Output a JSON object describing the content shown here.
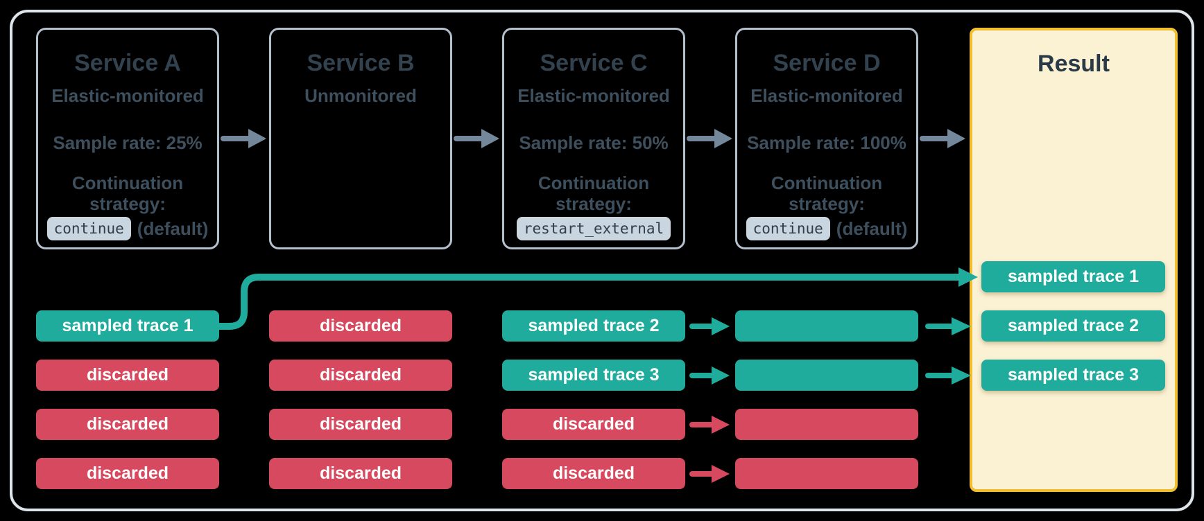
{
  "colors": {
    "background": "#000000",
    "teal_sampled": "#1fac9c",
    "red_discarded": "#d6495f",
    "gray_arrow": "#75879a",
    "service_border": "#b3c0cd",
    "outer_border": "#dde5ec",
    "result_background": "#fbf2d4",
    "result_border": "#f2be32",
    "title_text": "#32424e",
    "body_text": "#3e4f5e",
    "badge_background": "#c9d5df"
  },
  "services": [
    {
      "title": "Service A",
      "monitoring": "Elastic-monitored",
      "sample_rate": "Sample rate: 25%",
      "continuation_label": "Continuation strategy:",
      "strategy_code": "continue",
      "strategy_suffix": "(default)"
    },
    {
      "title": "Service B",
      "monitoring": "Unmonitored"
    },
    {
      "title": "Service C",
      "monitoring": "Elastic-monitored",
      "sample_rate": "Sample rate: 50%",
      "continuation_label": "Continuation strategy:",
      "strategy_code": "restart_external",
      "strategy_suffix": ""
    },
    {
      "title": "Service D",
      "monitoring": "Elastic-monitored",
      "sample_rate": "Sample rate: 100%",
      "continuation_label": "Continuation strategy:",
      "strategy_code": "continue",
      "strategy_suffix": "(default)"
    }
  ],
  "traces": {
    "service_a": [
      {
        "label": "sampled trace 1",
        "type": "sampled"
      },
      {
        "label": "discarded",
        "type": "discarded"
      },
      {
        "label": "discarded",
        "type": "discarded"
      },
      {
        "label": "discarded",
        "type": "discarded"
      }
    ],
    "service_b": [
      {
        "label": "discarded",
        "type": "discarded"
      },
      {
        "label": "discarded",
        "type": "discarded"
      },
      {
        "label": "discarded",
        "type": "discarded"
      },
      {
        "label": "discarded",
        "type": "discarded"
      }
    ],
    "service_c": [
      {
        "label": "sampled trace 2",
        "type": "sampled"
      },
      {
        "label": "sampled trace 3",
        "type": "sampled"
      },
      {
        "label": "discarded",
        "type": "discarded"
      },
      {
        "label": "discarded",
        "type": "discarded"
      }
    ],
    "service_d": [
      {
        "label": "",
        "type": "sampled"
      },
      {
        "label": "",
        "type": "sampled"
      },
      {
        "label": "",
        "type": "discarded"
      },
      {
        "label": "",
        "type": "discarded"
      }
    ]
  },
  "result": {
    "title": "Result",
    "traces": [
      {
        "label": "sampled trace 1",
        "type": "sampled"
      },
      {
        "label": "sampled trace 2",
        "type": "sampled"
      },
      {
        "label": "sampled trace 3",
        "type": "sampled"
      }
    ]
  }
}
